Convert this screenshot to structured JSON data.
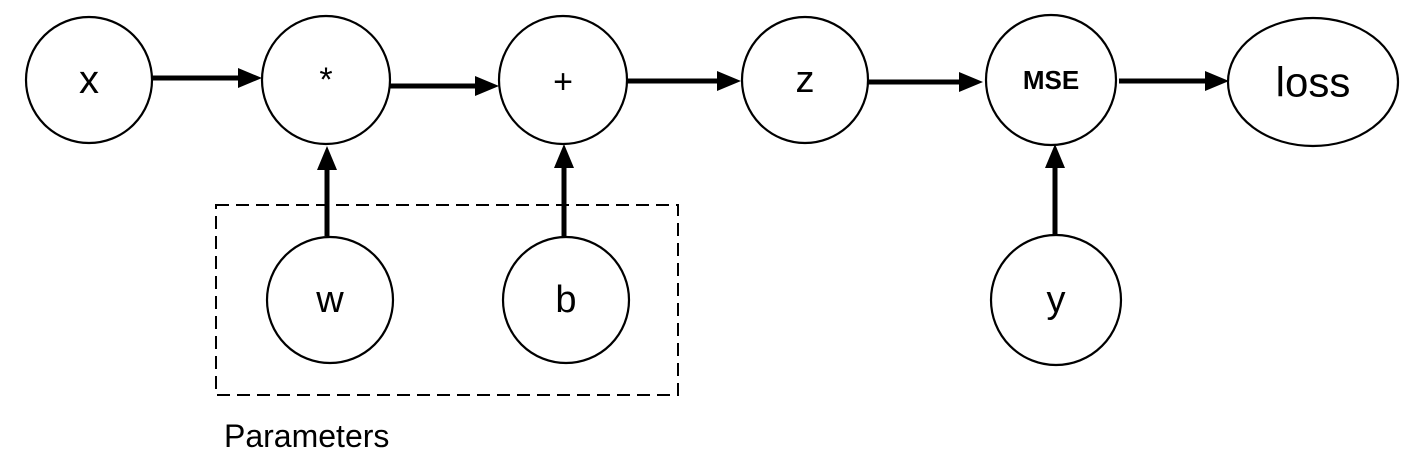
{
  "nodes": {
    "x": {
      "label": "x"
    },
    "mul": {
      "label": "*"
    },
    "add": {
      "label": "+"
    },
    "z": {
      "label": "z"
    },
    "mse": {
      "label": "MSE"
    },
    "loss": {
      "label": "loss"
    },
    "w": {
      "label": "w"
    },
    "b": {
      "label": "b"
    },
    "y": {
      "label": "y"
    }
  },
  "edges": [
    {
      "from": "x",
      "to": "mul"
    },
    {
      "from": "mul",
      "to": "add"
    },
    {
      "from": "add",
      "to": "z"
    },
    {
      "from": "z",
      "to": "mse"
    },
    {
      "from": "mse",
      "to": "loss"
    },
    {
      "from": "w",
      "to": "mul"
    },
    {
      "from": "b",
      "to": "add"
    },
    {
      "from": "y",
      "to": "mse"
    }
  ],
  "group": {
    "label": "Parameters",
    "members": [
      "w",
      "b"
    ]
  }
}
